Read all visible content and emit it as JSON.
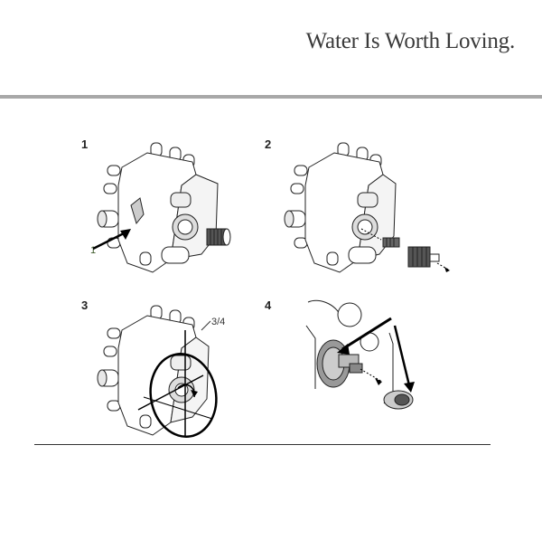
{
  "header": {
    "tagline": "Water Is Worth Loving."
  },
  "steps": [
    {
      "number": "1",
      "callout": "1"
    },
    {
      "number": "2"
    },
    {
      "number": "3",
      "callout": "3/4"
    },
    {
      "number": "4"
    }
  ]
}
